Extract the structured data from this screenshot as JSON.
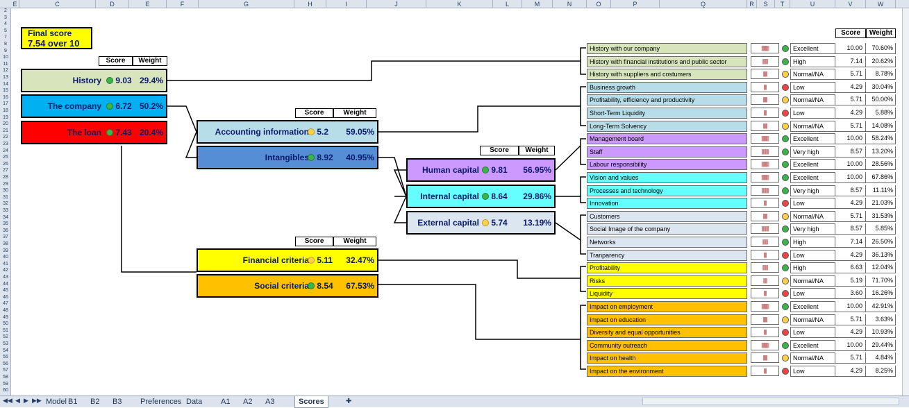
{
  "columns": [
    "E",
    "C",
    "D",
    "E",
    "F",
    "G",
    "H",
    "I",
    "J",
    "K",
    "L",
    "M",
    "N",
    "O",
    "P",
    "Q",
    "R",
    "S",
    "T",
    "U",
    "V",
    "W"
  ],
  "rows": [
    "2",
    "3",
    "4",
    "5",
    "7",
    "8",
    "9",
    "10",
    "11",
    "12",
    "13",
    "14",
    "15",
    "16",
    "17",
    "18",
    "19",
    "20",
    "21",
    "22",
    "23",
    "24",
    "25",
    "26",
    "27",
    "28",
    "29",
    "30",
    "31",
    "32",
    "33",
    "34",
    "35",
    "36",
    "37",
    "38",
    "39",
    "40",
    "41",
    "42",
    "43",
    "44",
    "45",
    "46",
    "47",
    "48",
    "49",
    "50",
    "51",
    "52",
    "53",
    "54",
    "55",
    "56",
    "57",
    "58",
    "59",
    "60"
  ],
  "final": {
    "label": "Final score",
    "value": "7.54 over 10"
  },
  "headers": {
    "score": "Score",
    "weight": "Weight"
  },
  "level1": [
    {
      "name": "History",
      "score": "9.03",
      "weight": "29.4%",
      "dot": "green"
    },
    {
      "name": "The company",
      "score": "6.72",
      "weight": "50.2%",
      "dot": "green"
    },
    {
      "name": "The loan",
      "score": "7.43",
      "weight": "20.4%",
      "dot": "green"
    }
  ],
  "company": [
    {
      "name": "Accounting information",
      "score": "5.2",
      "weight": "59.05%",
      "dot": "yellow"
    },
    {
      "name": "Intangibles",
      "score": "8.92",
      "weight": "40.95%",
      "dot": "green"
    }
  ],
  "intangibles": [
    {
      "name": "Human capital",
      "score": "9.81",
      "weight": "56.95%",
      "dot": "green"
    },
    {
      "name": "Internal capital",
      "score": "8.64",
      "weight": "29.86%",
      "dot": "green"
    },
    {
      "name": "External capital",
      "score": "5.74",
      "weight": "13.19%",
      "dot": "yellow"
    }
  ],
  "loan": [
    {
      "name": "Financial criteria",
      "score": "5.11",
      "weight": "32.47%",
      "dot": "yellow"
    },
    {
      "name": "Social criteria",
      "score": "8.54",
      "weight": "67.53%",
      "dot": "green"
    }
  ],
  "criteria": [
    {
      "name": "History with our company",
      "rating": "Excellent",
      "score": "10.00",
      "weight": "70.60%",
      "dot": "green",
      "bars": "||||||||||"
    },
    {
      "name": "History with financial institutions and public sector",
      "rating": "High",
      "score": "7.14",
      "weight": "20.62%",
      "dot": "green",
      "bars": "|||||||"
    },
    {
      "name": "History with suppliers and costumers",
      "rating": "Normal/NA",
      "score": "5.71",
      "weight": "8.78%",
      "dot": "yellow",
      "bars": "||||||"
    },
    {
      "name": "Business growth",
      "rating": "Low",
      "score": "4.29",
      "weight": "30.04%",
      "dot": "red",
      "bars": "||||"
    },
    {
      "name": "Profitability, efficiency and productivity",
      "rating": "Normal/NA",
      "score": "5.71",
      "weight": "50.00%",
      "dot": "yellow",
      "bars": "||||||"
    },
    {
      "name": "Short-Term Liquidity",
      "rating": "Low",
      "score": "4.29",
      "weight": "5.88%",
      "dot": "red",
      "bars": "||||"
    },
    {
      "name": "Long-Term Solvency",
      "rating": "Normal/NA",
      "score": "5.71",
      "weight": "14.08%",
      "dot": "yellow",
      "bars": "||||||"
    },
    {
      "name": "Management board",
      "rating": "Excellent",
      "score": "10.00",
      "weight": "58.24%",
      "dot": "green",
      "bars": "||||||||||"
    },
    {
      "name": "Staff",
      "rating": "Very high",
      "score": "8.57",
      "weight": "13.20%",
      "dot": "green",
      "bars": "|||||||||"
    },
    {
      "name": "Labour responsibility",
      "rating": "Excellent",
      "score": "10.00",
      "weight": "28.56%",
      "dot": "green",
      "bars": "||||||||||"
    },
    {
      "name": "Vision and values",
      "rating": "Excellent",
      "score": "10.00",
      "weight": "67.86%",
      "dot": "green",
      "bars": "||||||||||"
    },
    {
      "name": "Processes and technology",
      "rating": "Very high",
      "score": "8.57",
      "weight": "11.11%",
      "dot": "green",
      "bars": "|||||||||"
    },
    {
      "name": "Innovation",
      "rating": "Low",
      "score": "4.29",
      "weight": "21.03%",
      "dot": "red",
      "bars": "||||"
    },
    {
      "name": "Customers",
      "rating": "Normal/NA",
      "score": "5.71",
      "weight": "31.53%",
      "dot": "yellow",
      "bars": "||||||"
    },
    {
      "name": "Social Image of the company",
      "rating": "Very high",
      "score": "8.57",
      "weight": "5.85%",
      "dot": "green",
      "bars": "|||||||||"
    },
    {
      "name": "Networks",
      "rating": "High",
      "score": "7.14",
      "weight": "26.50%",
      "dot": "green",
      "bars": "|||||||"
    },
    {
      "name": "Tranparency",
      "rating": "Low",
      "score": "4.29",
      "weight": "36.13%",
      "dot": "red",
      "bars": "||||"
    },
    {
      "name": "Profitability",
      "rating": "High",
      "score": "6.63",
      "weight": "12.04%",
      "dot": "green",
      "bars": "|||||||"
    },
    {
      "name": "Risks",
      "rating": "Normal/NA",
      "score": "5.19",
      "weight": "71.70%",
      "dot": "yellow",
      "bars": "|||||"
    },
    {
      "name": "Liquidity",
      "rating": "Low",
      "score": "3.60",
      "weight": "16.26%",
      "dot": "red",
      "bars": "||||"
    },
    {
      "name": "Impact on employment",
      "rating": "Excellent",
      "score": "10.00",
      "weight": "42.91%",
      "dot": "green",
      "bars": "||||||||||"
    },
    {
      "name": "Impact on education",
      "rating": "Normal/NA",
      "score": "5.71",
      "weight": "3.63%",
      "dot": "yellow",
      "bars": "||||||"
    },
    {
      "name": "Diversity and equal opportunities",
      "rating": "Low",
      "score": "4.29",
      "weight": "10.93%",
      "dot": "red",
      "bars": "||||"
    },
    {
      "name": "Community outreach",
      "rating": "Excellent",
      "score": "10.00",
      "weight": "29.44%",
      "dot": "green",
      "bars": "||||||||||"
    },
    {
      "name": "Impact on health",
      "rating": "Normal/NA",
      "score": "5.71",
      "weight": "4.84%",
      "dot": "yellow",
      "bars": "||||||"
    },
    {
      "name": "Impact on the environment",
      "rating": "Low",
      "score": "4.29",
      "weight": "8.25%",
      "dot": "red",
      "bars": "||||"
    }
  ],
  "tabs": [
    "Model",
    "B1",
    "B2",
    "B3",
    "Preferences",
    "Data",
    "A1",
    "A2",
    "A3",
    "Scores"
  ],
  "active_tab": "Scores",
  "colors": {
    "history": "#d8e4bc",
    "company": "#00b0f0",
    "loan": "#ff0000",
    "accounting": "#b7dee8",
    "intangibles": "#558ed5",
    "human": "#cc99ff",
    "internal": "#66ffff",
    "external": "#dce6f1",
    "financial": "#ffff00",
    "social": "#ffc000"
  }
}
